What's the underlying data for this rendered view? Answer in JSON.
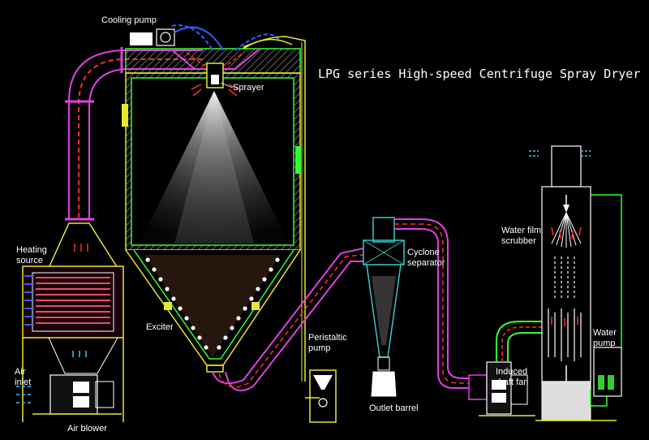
{
  "title": "LPG series High-speed Centrifuge Spray Dryer",
  "labels": {
    "cooling_pump": "Cooling pump",
    "sprayer": "Sprayer",
    "heating_source": "Heating\nsource",
    "exciter": "Exciter",
    "air_inlet": "Air\ninlet",
    "air_blower": "Air blower",
    "peristaltic_pump": "Peristaltic\npump",
    "cyclone_separator": "Cyclone\nseparator",
    "outlet_barrel": "Outlet barrel",
    "water_film_scrubber": "Water film\nscrubber",
    "induced_draft_fan": "Induced\ndraft fan",
    "water_pump": "Water\npump"
  },
  "colors": {
    "background": "#000000",
    "duct_magenta": "#e040e0",
    "duct_red": "#ff3030",
    "chamber_green": "#33ff33",
    "structure_yellow": "#e8e830",
    "cyclone_cyan": "#33cccc",
    "coolant_blue": "#3060ff",
    "outline_white": "#ffffff",
    "hatch_gray": "#808080"
  }
}
